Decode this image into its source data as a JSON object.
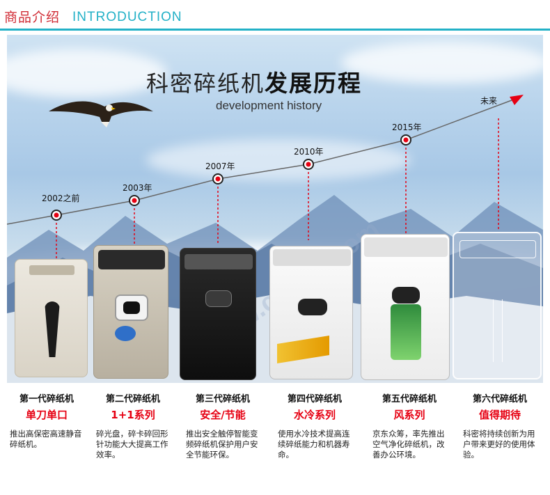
{
  "header": {
    "title_cn": "商品介绍",
    "title_en": "INTRODUCTION",
    "accent_color": "#23b1c7",
    "title_color": "#d02b34"
  },
  "banner": {
    "title_light": "科密碎纸机",
    "title_bold": "发展历程",
    "subtitle": "development history",
    "milestones": [
      {
        "year": "2002之前"
      },
      {
        "year": "2003年"
      },
      {
        "year": "2007年"
      },
      {
        "year": "2010年"
      },
      {
        "year": "2015年"
      },
      {
        "year": "未来"
      }
    ],
    "watermark": "www.comet.com"
  },
  "generations": [
    {
      "gen": "第一代碎纸机",
      "series": "单刀单口",
      "desc": "推出高保密高速静音碎纸机。"
    },
    {
      "gen": "第二代碎纸机",
      "series": "1+1系列",
      "desc": "碎光盘，碎卡碎回形针功能大大提高工作效率。"
    },
    {
      "gen": "第三代碎纸机",
      "series": "安全/节能",
      "desc": "推出安全触停智能变频碎纸机保护用户安全节能环保。"
    },
    {
      "gen": "第四代碎纸机",
      "series": "水冷系列",
      "desc": "使用水冷技术提高连续碎纸能力和机器寿命。"
    },
    {
      "gen": "第五代碎纸机",
      "series": "风系列",
      "desc": "京东众筹，率先推出空气净化碎纸机，改善办公环境。"
    },
    {
      "gen": "第六代碎纸机",
      "series": "值得期待",
      "desc": "科密将持续创新为用户带来更好的使用体验。"
    }
  ]
}
